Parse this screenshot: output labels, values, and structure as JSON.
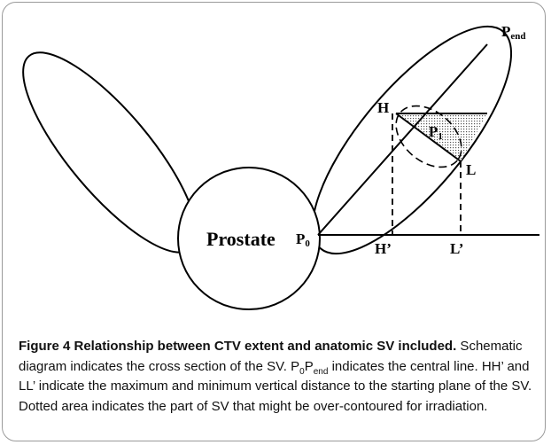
{
  "figure": {
    "labels": {
      "prostate": "Prostate",
      "p_end": {
        "base": "P",
        "sub": "end"
      },
      "h": "H",
      "p1": {
        "base": "P",
        "sub": "1"
      },
      "l": "L",
      "p0": {
        "base": "P",
        "sub": "0"
      },
      "h_prime": "H’",
      "l_prime": "L’"
    }
  },
  "caption": {
    "title": "Figure 4 Relationship between CTV extent and anatomic SV included.",
    "sentence1": " Schematic diagram indicates the cross section of the SV.",
    "p0": "P",
    "p0_sub": "0",
    "p": "P",
    "pend_sub": "end",
    "sentence2": " indicates the central line. HH’ and LL’ indicate the maximum and minimum vertical distance to the starting plane of the SV. Dotted area indicates the part of SV that might be over-contoured for irradiation."
  }
}
